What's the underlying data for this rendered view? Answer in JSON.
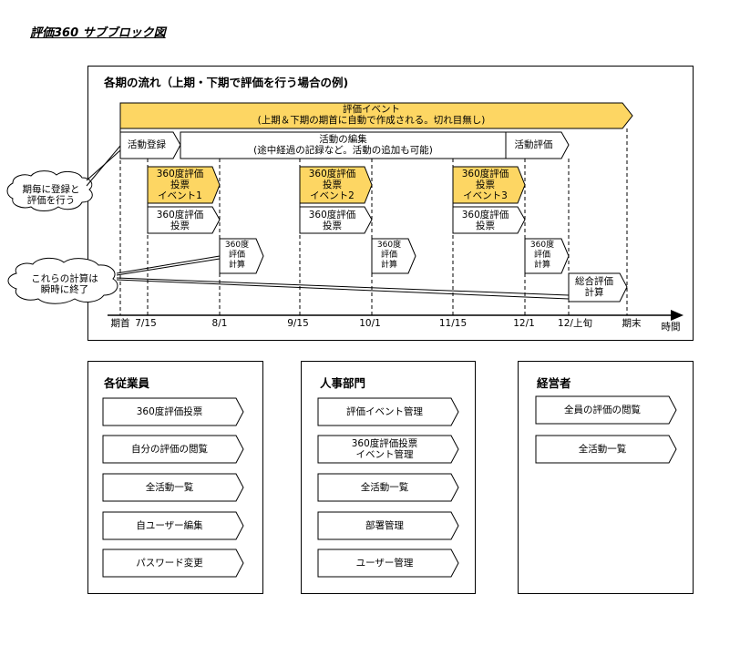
{
  "page_title": "評価360 サブブロック図",
  "timeline": {
    "title": "各期の流れ（上期・下期で評価を行う場合の例)",
    "event_bar": "評価イベント\n(上期＆下期の期首に自動で作成される。切れ目無し)",
    "register": "活動登録",
    "edit": "活動の編集\n(途中経過の記録など。活動の追加も可能)",
    "activity_eval": "活動評価",
    "vote_events": [
      "360度評価\n投票\nイベント1",
      "360度評価\n投票\nイベント2",
      "360度評価\n投票\nイベント3"
    ],
    "votes": [
      "360度評価\n投票",
      "360度評価\n投票",
      "360度評価\n投票"
    ],
    "calcs": [
      "360度\n評価\n計算",
      "360度\n評価\n計算",
      "360度\n評価\n計算"
    ],
    "total_calc": "総合評価\n計算",
    "cloud_register": "期毎に登録と\n評価を行う",
    "cloud_calc": "これらの計算は\n瞬時に終了",
    "axis_labels": [
      "期首",
      "7/15",
      "8/1",
      "9/15",
      "10/1",
      "11/15",
      "12/1",
      "12/上旬",
      "期末"
    ],
    "axis_unit": "時間"
  },
  "panels": [
    {
      "title": "各従業員",
      "items": [
        "360度評価投票",
        "自分の評価の閲覧",
        "全活動一覧",
        "自ユーザー編集",
        "パスワード変更"
      ]
    },
    {
      "title": "人事部門",
      "items": [
        "評価イベント管理",
        "360度評価投票\nイベント管理",
        "全活動一覧",
        "部署管理",
        "ユーザー管理"
      ]
    },
    {
      "title": "経営者",
      "items": [
        "全員の評価の閲覧",
        "全活動一覧"
      ]
    }
  ],
  "colors": {
    "event_fill": "#fdd663",
    "box_fill": "#ffffff",
    "stroke": "#000000"
  }
}
